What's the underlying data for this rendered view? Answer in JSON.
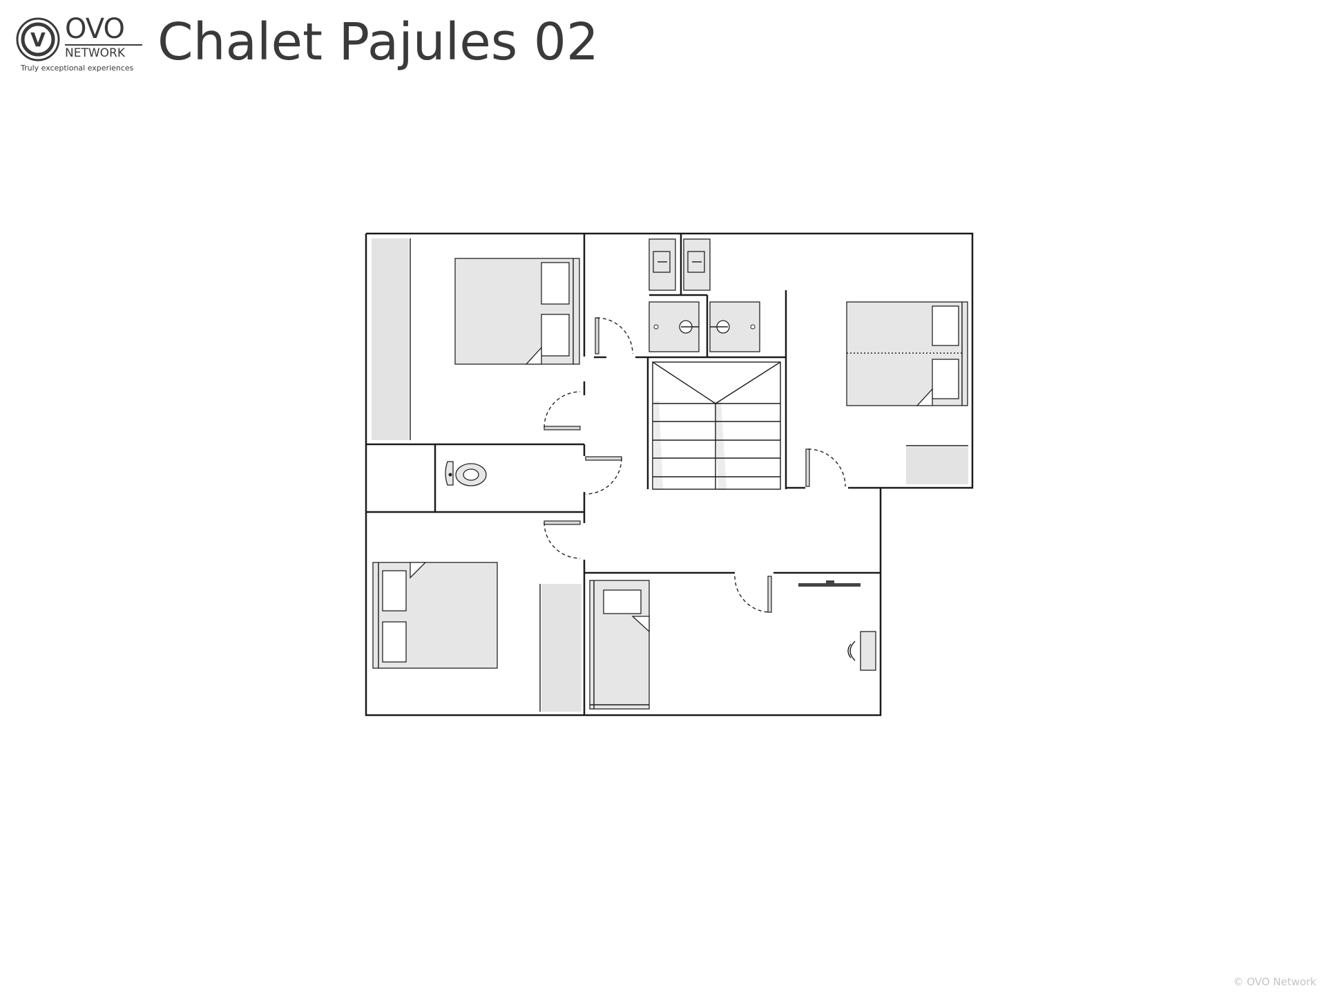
{
  "logo": {
    "word": "OVO",
    "sub": "NETWORK",
    "tagline": "Truly exceptional experiences",
    "mark_letter": "V"
  },
  "title": "Chalet Pajules 02",
  "copyright": "© OVO Network",
  "colors": {
    "wall": "#1a1a1a",
    "furniture_fill": "#e6e6e6",
    "text": "#3a3a3a",
    "copyright": "#c4c4c4"
  }
}
